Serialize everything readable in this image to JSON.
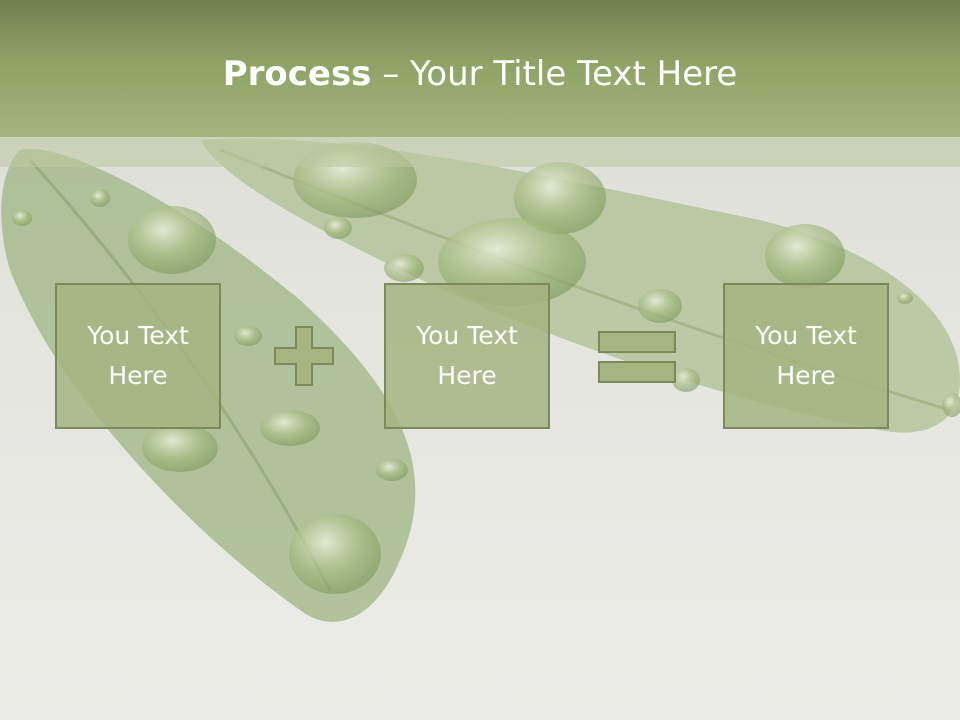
{
  "title": {
    "bold": "Process",
    "rest": " – Your Title Text Here"
  },
  "boxes": [
    {
      "text": "You Text Here"
    },
    {
      "text": "You Text Here"
    },
    {
      "text": "You Text Here"
    }
  ],
  "operators": [
    "plus",
    "equals"
  ],
  "colors": {
    "title_bar": "#8ea266",
    "box_fill": "#a5b480",
    "box_border": "#7b8a58",
    "text": "#ffffff"
  }
}
